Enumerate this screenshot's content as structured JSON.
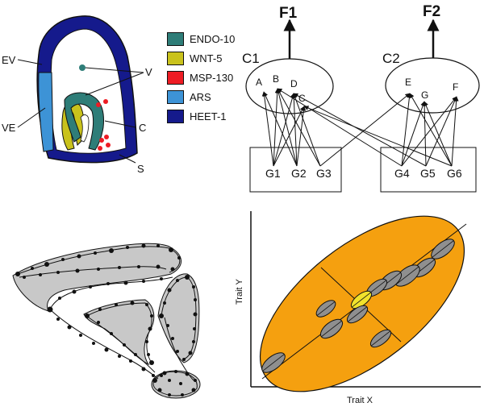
{
  "embryo_panel": {
    "labels": {
      "ev": "EV",
      "ve": "VE",
      "v": "V",
      "c": "C",
      "s": "S"
    },
    "legend": [
      {
        "label": "ENDO-10",
        "color": "#2e7d78"
      },
      {
        "label": "WNT-5",
        "color": "#c9c21c"
      },
      {
        "label": "MSP-130",
        "color": "#ee1c24"
      },
      {
        "label": "ARS",
        "color": "#3d93d6"
      },
      {
        "label": "HEET-1",
        "color": "#151a8c"
      }
    ]
  },
  "network_panel": {
    "functions": [
      "F1",
      "F2"
    ],
    "clusters": [
      "C1",
      "C2"
    ],
    "traits": [
      "A",
      "B",
      "D",
      "C",
      "E",
      "G",
      "F"
    ],
    "genes": [
      "G1",
      "G2",
      "G3",
      "G4",
      "G5",
      "G6"
    ]
  },
  "trait_panel": {
    "xlabel": "Trait X",
    "ylabel": "Trait Y",
    "colors": {
      "main": "#f5a00f",
      "center": "#f1e22c",
      "small": "#8f8f8f"
    }
  },
  "morph_panel": {
    "colors": {
      "fill": "#c8c8c8",
      "dots": "#111111"
    }
  }
}
